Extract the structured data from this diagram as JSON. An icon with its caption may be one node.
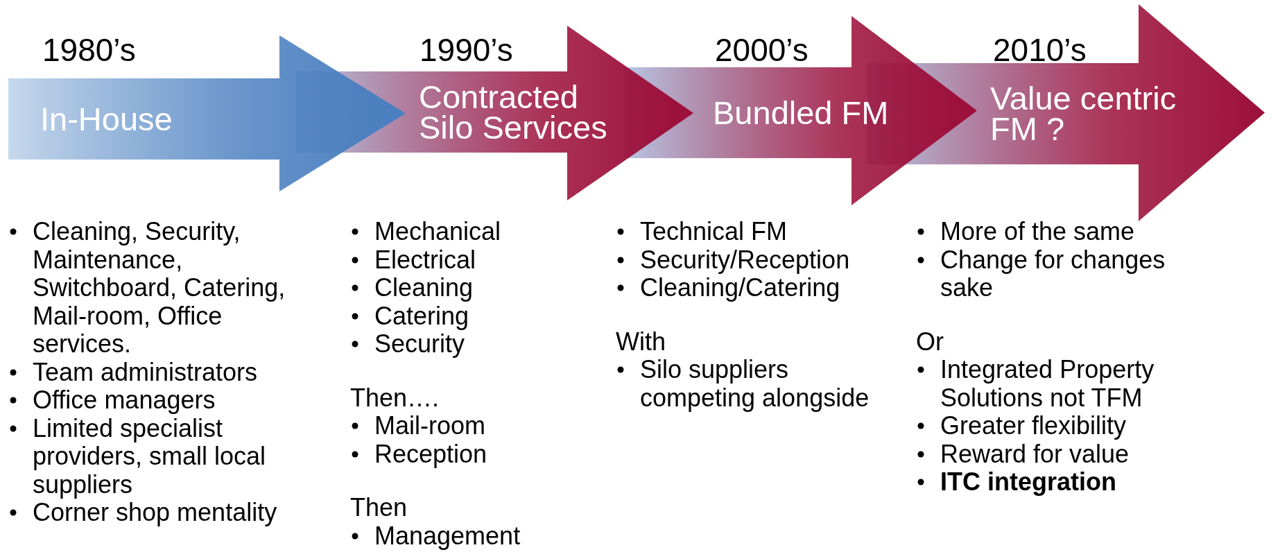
{
  "diagram": {
    "nodes": [
      {
        "text": [
          "In-House"
        ],
        "beside": [
          "1980’s"
        ]
      },
      {
        "text": [
          "Contracted Silo Services"
        ],
        "beside": [
          "1990’s"
        ]
      },
      {
        "text": [
          "Bundled FM"
        ],
        "beside": [
          "2000’s"
        ]
      },
      {
        "text": [
          "Value centric FM ?"
        ],
        "beside": [
          "2010’s"
        ]
      }
    ],
    "labels": [
      "Cleaning, Security, Maintenance, Switchboard, Catering, Mail-room, Office services.",
      "Team administrators",
      "Office managers",
      "Limited specialist providers, small local suppliers",
      "Corner shop mentality",
      "Mechanical",
      "Electrical",
      "Cleaning",
      "Catering",
      "Security",
      "Then….",
      "Mail-room",
      "Reception",
      "Then",
      "Management",
      "Technical FM",
      "Security/Reception",
      "Cleaning/Catering",
      "With",
      "Silo suppliers competing alongside",
      "More of the same",
      "Change for changes sake",
      "Or",
      "Integrated Property Solutions not TFM",
      "Greater flexibility",
      "Reward for value",
      "**ITC integration**"
    ]
  }
}
